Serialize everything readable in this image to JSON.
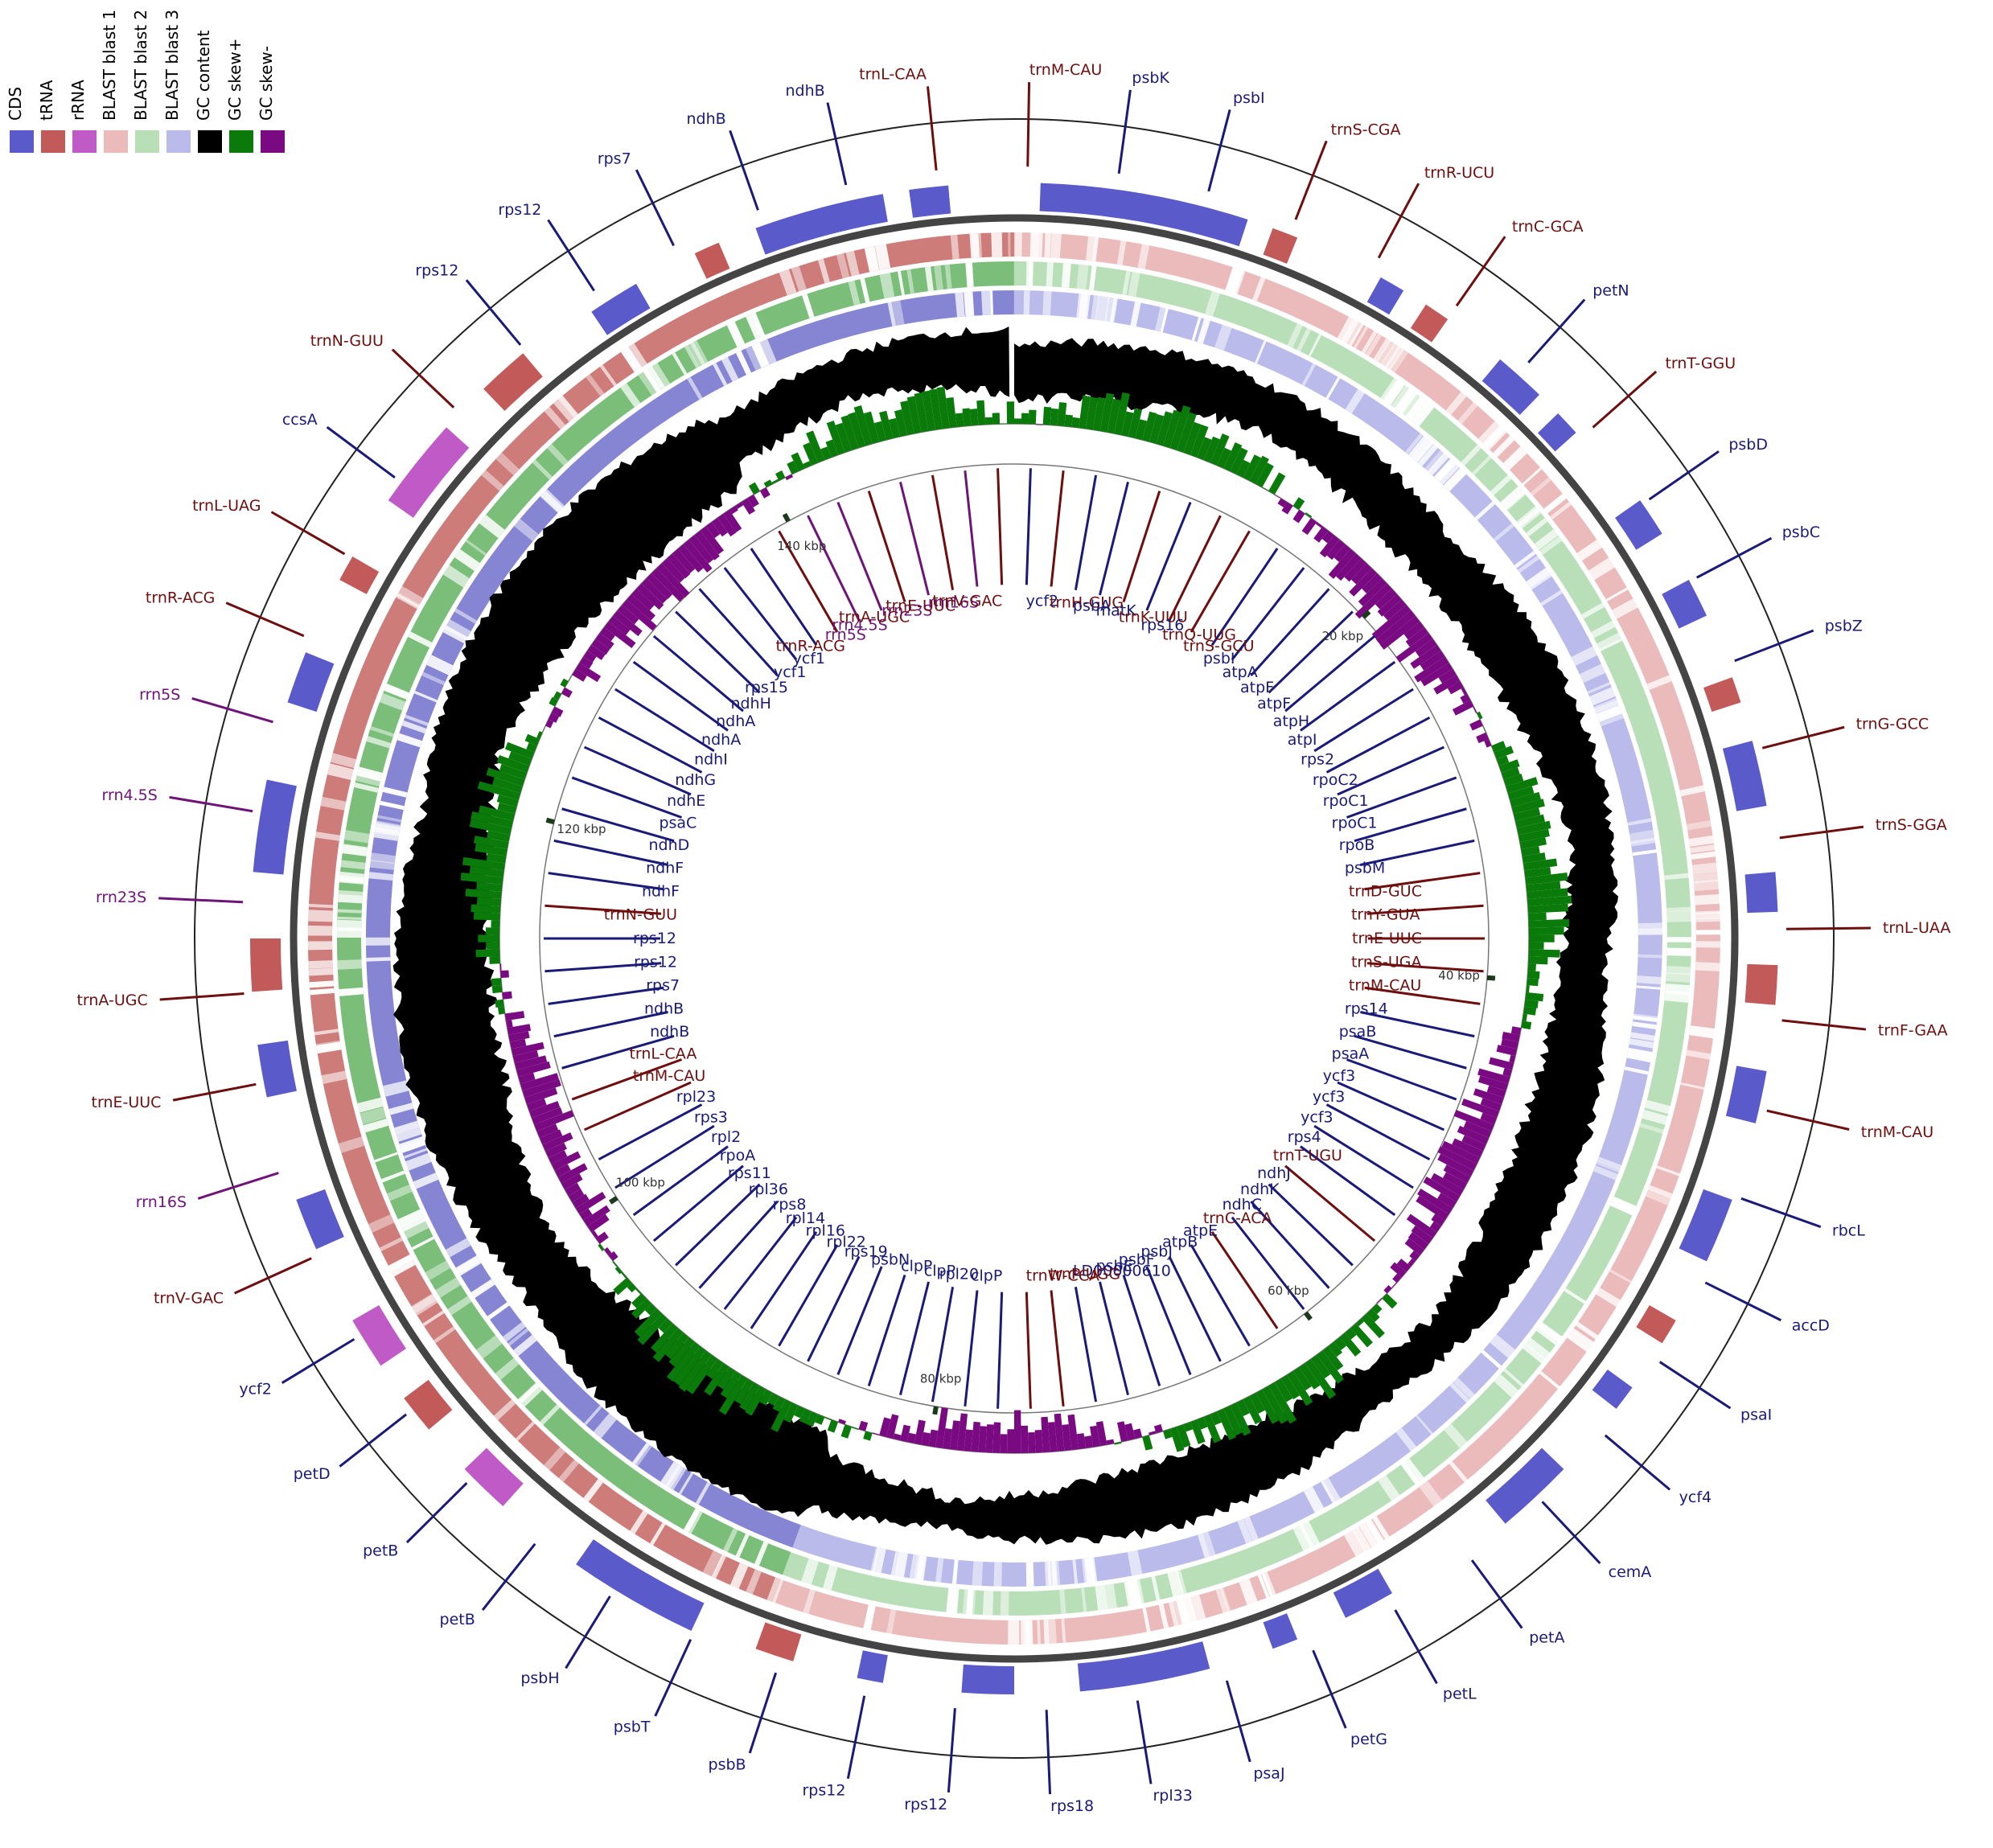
{
  "legend": {
    "items": [
      {
        "label": "CDS",
        "color": "#5a5acb"
      },
      {
        "label": "tRNA",
        "color": "#c35a5a"
      },
      {
        "label": "rRNA",
        "color": "#c05ac6"
      },
      {
        "label": "BLAST blast 1",
        "color": "#ebbbbb"
      },
      {
        "label": "BLAST blast 2",
        "color": "#b9dfb9"
      },
      {
        "label": "BLAST blast 3",
        "color": "#babbea"
      },
      {
        "label": "GC content",
        "color": "#000000"
      },
      {
        "label": "GC skew+",
        "color": "#0a7a0a"
      },
      {
        "label": "GC skew-",
        "color": "#7a0a82"
      }
    ]
  },
  "colors": {
    "cds": "#5a5acb",
    "trna": "#c35a5a",
    "rrna": "#c05ac6",
    "cds_line": "#1a1a78",
    "trna_line": "#6e0e0e",
    "rrna_line": "#6e1478",
    "blast1": "#ebbbbb",
    "blast1_dark": "#c8716f",
    "blast2": "#b9dfb9",
    "blast2_dark": "#6fb86f",
    "blast3": "#babbea",
    "blast3_dark": "#7b7bd0",
    "gc": "#000000",
    "skew_pos": "#0a7a0a",
    "skew_neg": "#7a0a82"
  },
  "kbp_labels": [
    "20 kbp",
    "40 kbp",
    "60 kbp",
    "80 kbp",
    "100 kbp",
    "120 kbp",
    "140 kbp"
  ],
  "outer_labels": [
    {
      "text": "trnM-CAU",
      "type": "trna"
    },
    {
      "text": "psbK",
      "type": "cds"
    },
    {
      "text": "psbI",
      "type": "cds"
    },
    {
      "text": "trnS-CGA",
      "type": "trna"
    },
    {
      "text": "trnR-UCU",
      "type": "trna"
    },
    {
      "text": "trnC-GCA",
      "type": "trna"
    },
    {
      "text": "petN",
      "type": "cds"
    },
    {
      "text": "trnT-GGU",
      "type": "trna"
    },
    {
      "text": "psbD",
      "type": "cds"
    },
    {
      "text": "psbC",
      "type": "cds"
    },
    {
      "text": "psbZ",
      "type": "cds"
    },
    {
      "text": "trnG-GCC",
      "type": "trna"
    },
    {
      "text": "trnS-GGA",
      "type": "trna"
    },
    {
      "text": "trnL-UAA",
      "type": "trna"
    },
    {
      "text": "trnF-GAA",
      "type": "trna"
    },
    {
      "text": "trnM-CAU",
      "type": "trna"
    },
    {
      "text": "rbcL",
      "type": "cds"
    },
    {
      "text": "accD",
      "type": "cds"
    },
    {
      "text": "psaI",
      "type": "cds"
    },
    {
      "text": "ycf4",
      "type": "cds"
    },
    {
      "text": "cemA",
      "type": "cds"
    },
    {
      "text": "petA",
      "type": "cds"
    },
    {
      "text": "petL",
      "type": "cds"
    },
    {
      "text": "petG",
      "type": "cds"
    },
    {
      "text": "psaJ",
      "type": "cds"
    },
    {
      "text": "rpl33",
      "type": "cds"
    },
    {
      "text": "rps18",
      "type": "cds"
    },
    {
      "text": "rps12",
      "type": "cds"
    },
    {
      "text": "rps12",
      "type": "cds"
    },
    {
      "text": "psbB",
      "type": "cds"
    },
    {
      "text": "psbT",
      "type": "cds"
    },
    {
      "text": "psbH",
      "type": "cds"
    },
    {
      "text": "petB",
      "type": "cds"
    },
    {
      "text": "petB",
      "type": "cds"
    },
    {
      "text": "petD",
      "type": "cds"
    },
    {
      "text": "ycf2",
      "type": "cds"
    },
    {
      "text": "trnV-GAC",
      "type": "trna"
    },
    {
      "text": "rrn16S",
      "type": "rrna"
    },
    {
      "text": "trnE-UUC",
      "type": "trna"
    },
    {
      "text": "trnA-UGC",
      "type": "trna"
    },
    {
      "text": "rrn23S",
      "type": "rrna"
    },
    {
      "text": "rrn4.5S",
      "type": "rrna"
    },
    {
      "text": "rrn5S",
      "type": "rrna"
    },
    {
      "text": "trnR-ACG",
      "type": "trna"
    },
    {
      "text": "trnL-UAG",
      "type": "trna"
    },
    {
      "text": "ccsA",
      "type": "cds"
    },
    {
      "text": "trnN-GUU",
      "type": "trna"
    },
    {
      "text": "rps12",
      "type": "cds"
    },
    {
      "text": "rps12",
      "type": "cds"
    },
    {
      "text": "rps7",
      "type": "cds"
    },
    {
      "text": "ndhB",
      "type": "cds"
    },
    {
      "text": "ndhB",
      "type": "cds"
    },
    {
      "text": "trnL-CAA",
      "type": "trna"
    }
  ],
  "inner_labels": [
    {
      "text": "ycf2",
      "type": "cds"
    },
    {
      "text": "trnH-GUG",
      "type": "trna"
    },
    {
      "text": "psbA",
      "type": "cds"
    },
    {
      "text": "matK",
      "type": "cds"
    },
    {
      "text": "trnK-UUU",
      "type": "trna"
    },
    {
      "text": "rps16",
      "type": "cds"
    },
    {
      "text": "trnQ-UUG",
      "type": "trna"
    },
    {
      "text": "trnS-GCU",
      "type": "trna"
    },
    {
      "text": "psbI",
      "type": "cds"
    },
    {
      "text": "atpA",
      "type": "cds"
    },
    {
      "text": "atpF",
      "type": "cds"
    },
    {
      "text": "atpF",
      "type": "cds"
    },
    {
      "text": "atpH",
      "type": "cds"
    },
    {
      "text": "atpI",
      "type": "cds"
    },
    {
      "text": "rps2",
      "type": "cds"
    },
    {
      "text": "rpoC2",
      "type": "cds"
    },
    {
      "text": "rpoC1",
      "type": "cds"
    },
    {
      "text": "rpoC1",
      "type": "cds"
    },
    {
      "text": "rpoB",
      "type": "cds"
    },
    {
      "text": "psbM",
      "type": "cds"
    },
    {
      "text": "trnD-GUC",
      "type": "trna"
    },
    {
      "text": "trnY-GUA",
      "type": "trna"
    },
    {
      "text": "trnE-UUC",
      "type": "trna"
    },
    {
      "text": "trnS-UGA",
      "type": "trna"
    },
    {
      "text": "trnM-CAU",
      "type": "trna"
    },
    {
      "text": "rps14",
      "type": "cds"
    },
    {
      "text": "psaB",
      "type": "cds"
    },
    {
      "text": "psaA",
      "type": "cds"
    },
    {
      "text": "ycf3",
      "type": "cds"
    },
    {
      "text": "ycf3",
      "type": "cds"
    },
    {
      "text": "ycf3",
      "type": "cds"
    },
    {
      "text": "rps4",
      "type": "cds"
    },
    {
      "text": "trnT-UGU",
      "type": "trna"
    },
    {
      "text": "ndhJ",
      "type": "cds"
    },
    {
      "text": "ndhK",
      "type": "cds"
    },
    {
      "text": "ndhC",
      "type": "cds"
    },
    {
      "text": "trnC-ACA",
      "type": "trna"
    },
    {
      "text": "atpE",
      "type": "cds"
    },
    {
      "text": "atpB",
      "type": "cds"
    },
    {
      "text": "psbJ",
      "type": "cds"
    },
    {
      "text": "psbF",
      "type": "cds"
    },
    {
      "text": "psbE",
      "type": "cds"
    },
    {
      "text": "LD00000610",
      "type": "cds"
    },
    {
      "text": "trnP-UGG",
      "type": "trna"
    },
    {
      "text": "trnW-CCA",
      "type": "trna"
    },
    {
      "text": "clpP",
      "type": "cds"
    },
    {
      "text": "rpl20",
      "type": "cds"
    },
    {
      "text": "clpP",
      "type": "cds"
    },
    {
      "text": "clpP",
      "type": "cds"
    },
    {
      "text": "psbN",
      "type": "cds"
    },
    {
      "text": "rps19",
      "type": "cds"
    },
    {
      "text": "rpl22",
      "type": "cds"
    },
    {
      "text": "rpl16",
      "type": "cds"
    },
    {
      "text": "rpl14",
      "type": "cds"
    },
    {
      "text": "rps8",
      "type": "cds"
    },
    {
      "text": "rpl36",
      "type": "cds"
    },
    {
      "text": "rps11",
      "type": "cds"
    },
    {
      "text": "rpoA",
      "type": "cds"
    },
    {
      "text": "rpl2",
      "type": "cds"
    },
    {
      "text": "rps3",
      "type": "cds"
    },
    {
      "text": "rpl23",
      "type": "cds"
    },
    {
      "text": "trnM-CAU",
      "type": "trna"
    },
    {
      "text": "trnL-CAA",
      "type": "trna"
    },
    {
      "text": "ndhB",
      "type": "cds"
    },
    {
      "text": "ndhB",
      "type": "cds"
    },
    {
      "text": "rps7",
      "type": "cds"
    },
    {
      "text": "rps12",
      "type": "cds"
    },
    {
      "text": "rps12",
      "type": "cds"
    },
    {
      "text": "trnN-GUU",
      "type": "trna"
    },
    {
      "text": "ndhF",
      "type": "cds"
    },
    {
      "text": "ndhF",
      "type": "cds"
    },
    {
      "text": "ndhD",
      "type": "cds"
    },
    {
      "text": "psaC",
      "type": "cds"
    },
    {
      "text": "ndhE",
      "type": "cds"
    },
    {
      "text": "ndhG",
      "type": "cds"
    },
    {
      "text": "ndhI",
      "type": "cds"
    },
    {
      "text": "ndhA",
      "type": "cds"
    },
    {
      "text": "ndhA",
      "type": "cds"
    },
    {
      "text": "ndhH",
      "type": "cds"
    },
    {
      "text": "rps15",
      "type": "cds"
    },
    {
      "text": "ycf1",
      "type": "cds"
    },
    {
      "text": "ycf1",
      "type": "cds"
    },
    {
      "text": "trnR-ACG",
      "type": "trna"
    },
    {
      "text": "rrn5S",
      "type": "rrna"
    },
    {
      "text": "rrn4.5S",
      "type": "rrna"
    },
    {
      "text": "trnA-UGC",
      "type": "trna"
    },
    {
      "text": "rrn23S",
      "type": "rrna"
    },
    {
      "text": "trnE-UUC",
      "type": "trna"
    },
    {
      "text": "rrn16S",
      "type": "rrna"
    },
    {
      "text": "trnV-GAC",
      "type": "trna"
    }
  ]
}
